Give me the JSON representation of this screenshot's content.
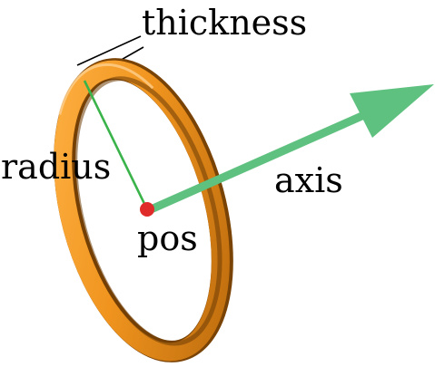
{
  "labels": {
    "thickness": "thickness",
    "radius": "radius",
    "axis": "axis",
    "pos": "pos"
  },
  "colors": {
    "ring": "#F0941E",
    "ring_dark": "#8A4E08",
    "ring_highlight": "#FFD59A",
    "arrow": "#5EC17F",
    "radius_line": "#3AB44A",
    "pos_dot": "#E02B2B",
    "leader_lines": "#000000",
    "text": "#000000",
    "background": "#FFFFFF"
  }
}
